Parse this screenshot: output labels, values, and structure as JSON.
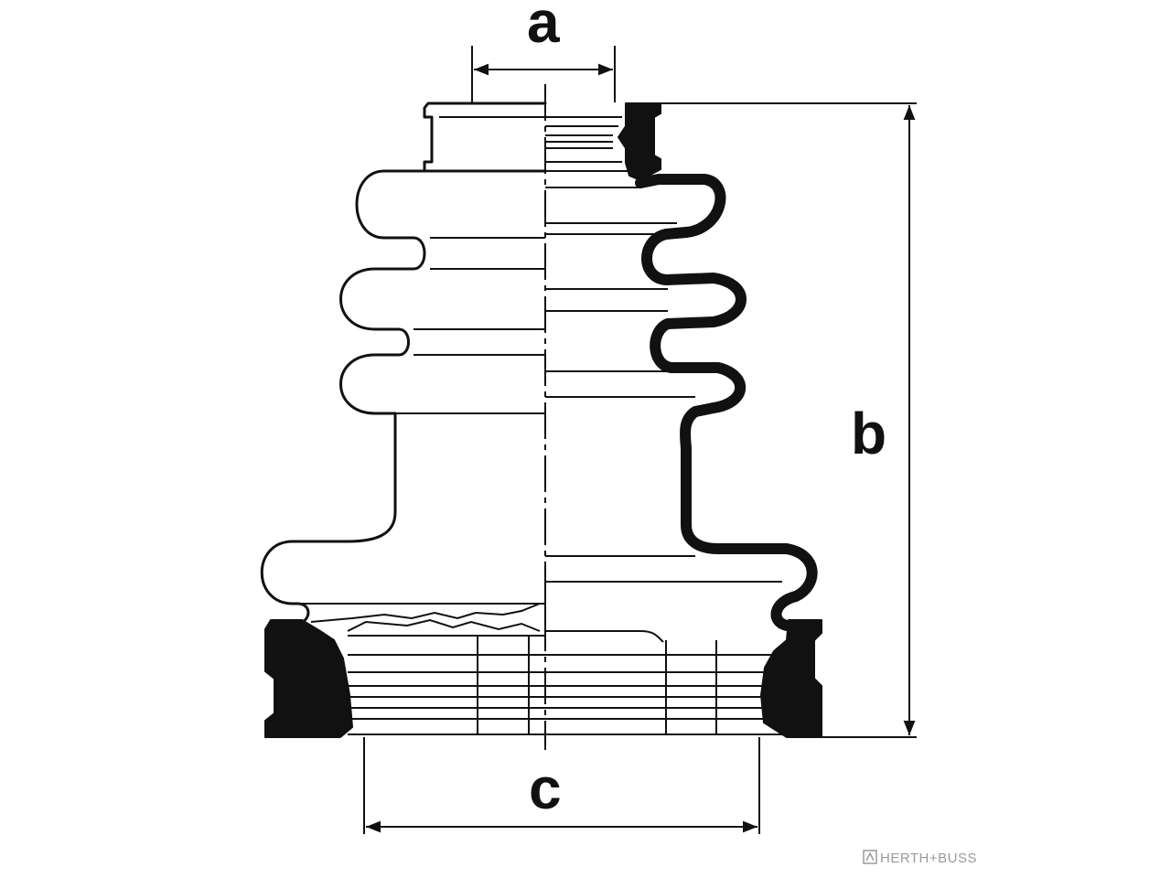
{
  "labels": {
    "a": "a",
    "b": "b",
    "c": "c"
  },
  "brand": {
    "name": "HERTH+BUSS"
  },
  "colors": {
    "line": "#111111",
    "brand": "#9a9a9a",
    "background": "#ffffff"
  }
}
